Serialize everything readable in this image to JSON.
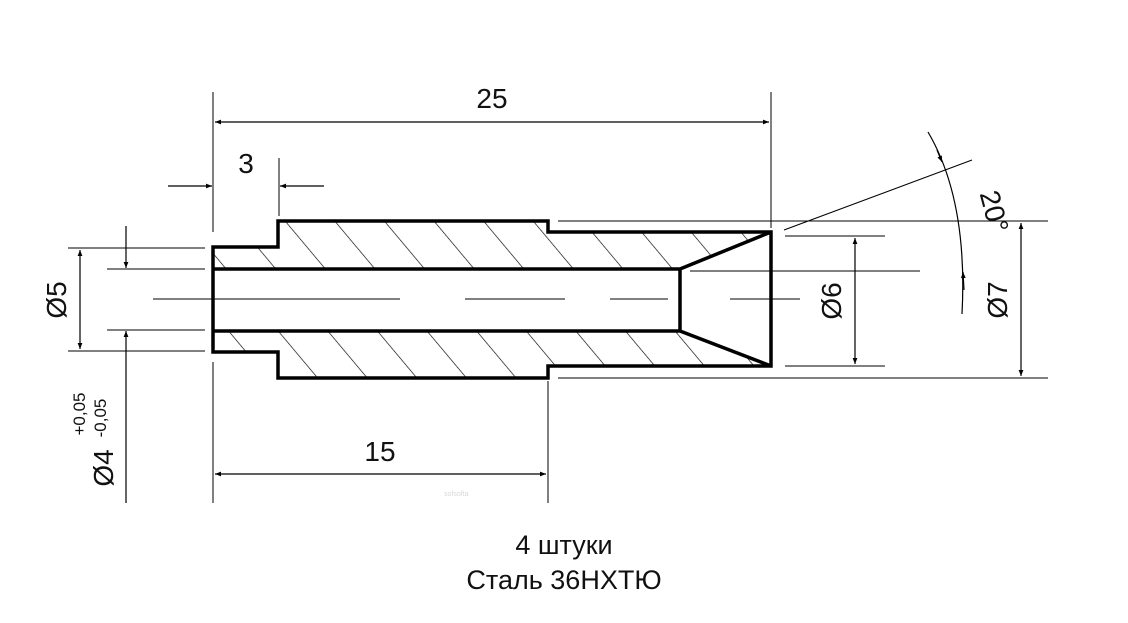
{
  "dimensions": {
    "length_total": "25",
    "length_step": "3",
    "length_bore": "15",
    "dia_step": "Ø5",
    "dia_bore": "Ø4",
    "dia_bore_tol_upper": "+0,05",
    "dia_bore_tol_lower": "-0,05",
    "dia_body": "Ø6",
    "dia_outer": "Ø7",
    "angle": "20°"
  },
  "notes": {
    "quantity": "4 штуки",
    "material": "Сталь 36НХТЮ"
  },
  "watermark": "sofsofta",
  "colors": {
    "line": "#000000",
    "background": "#ffffff"
  }
}
